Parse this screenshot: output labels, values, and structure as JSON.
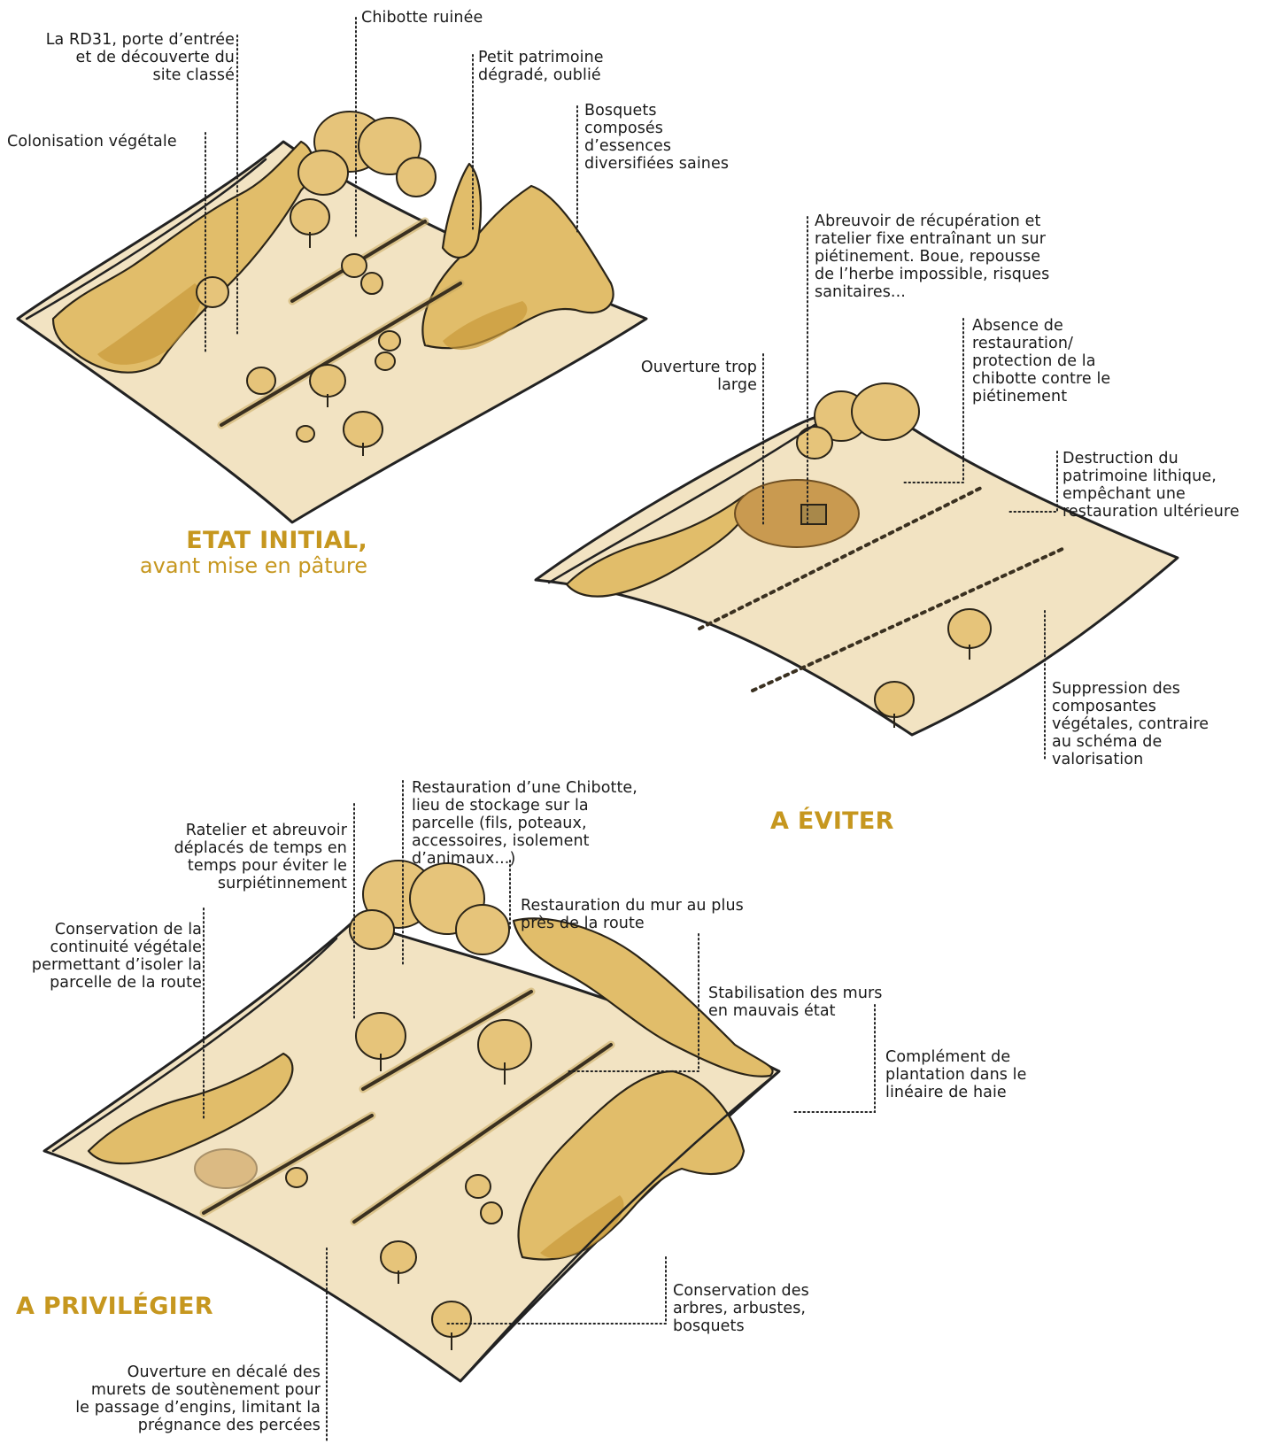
{
  "colors": {
    "accent": "#c6971f",
    "ground": "#f2e3c2",
    "vegetation": "#e1bd6a"
  },
  "panels": {
    "initial": {
      "title": "ETAT INITIAL,",
      "subtitle": "avant mise en pâture",
      "labels": {
        "rd31": "La RD31, porte d’entrée\net de découverte du\nsite classé",
        "colonisation": "Colonisation végétale",
        "chibotte": "Chibotte ruinée",
        "patrimoine": "Petit patrimoine\ndégradé, oublié",
        "bosquets": "Bosquets\ncomposés\nd’essences\ndiversifiées saines"
      }
    },
    "avoid": {
      "title": "A ÉVITER",
      "labels": {
        "abreuvoir": "Abreuvoir de récupération et\nratelier fixe entraînant un sur\npiétinement. Boue, repousse\nde l’herbe impossible, risques\nsanitaires...",
        "absence": "Absence de\nrestauration/\nprotection de la\nchibotte contre le\npiétinement",
        "ouverture": "Ouverture trop\nlarge",
        "destruction": "Destruction du\npatrimoine lithique,\nempêchant une\nrestauration ultérieure",
        "suppression": "Suppression des\ncomposantes\nvégétales, contraire\nau schéma de\nvalorisation"
      }
    },
    "prefer": {
      "title": "A PRIVILÉGIER",
      "labels": {
        "restauration_chibotte": "Restauration d’une Chibotte,\nlieu de stockage sur la\nparcelle (fils, poteaux,\naccessoires, isolement\nd’animaux...)",
        "ratelier": "Ratelier et abreuvoir\ndéplacés de temps en\ntemps pour éviter le\nsurpiétinnement",
        "restauration_mur": "Restauration du mur au plus\nprès de la route",
        "conservation_vegetale": "Conservation de la\ncontinuité végétale\npermettant d’isoler la\nparcelle de la route",
        "stabilisation": "Stabilisation des murs\nen mauvais état",
        "complement": "Complément de\nplantation dans le\nlinéaire de haie",
        "conservation_arbres": "Conservation des\narbres, arbustes,\nbosquets",
        "ouverture_decale": "Ouverture en décalé des\nmurets de soutènement pour\nle passage d’engins, limitant la\nprégnance des percées"
      }
    }
  }
}
